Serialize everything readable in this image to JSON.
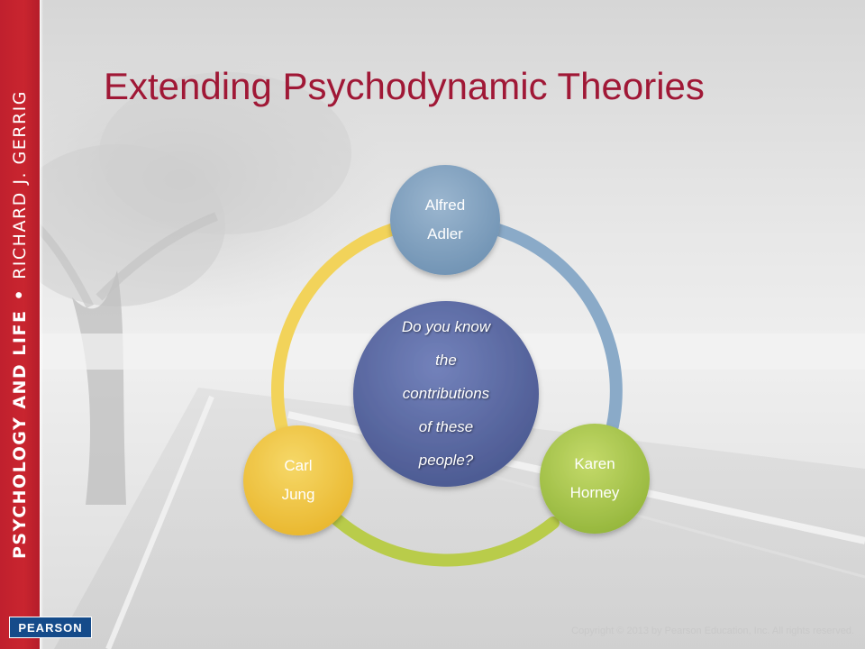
{
  "slide": {
    "title": "Extending Psychodynamic Theories",
    "spine_title": "PSYCHOLOGY AND LIFE",
    "spine_separator": "•",
    "spine_author": "RICHARD J. GERRIG",
    "publisher_logo": "PEARSON",
    "copyright": "Copyright © 2013 by Pearson Education, Inc. All rights reserved."
  },
  "diagram": {
    "center": {
      "lines": [
        "Do you know",
        "the",
        "contributions",
        "of these",
        "people?"
      ]
    },
    "nodes": [
      {
        "line1": "Alfred",
        "line2": "Adler",
        "color": "#7e9fbd"
      },
      {
        "line1": "Karen",
        "line2": "Horney",
        "color": "#a9c84a"
      },
      {
        "line1": "Carl",
        "line2": "Jung",
        "color": "#f0c43a"
      }
    ]
  },
  "colors": {
    "title": "#a01836",
    "sidebar": "#c0202e",
    "center_circle": "#5a6aa3",
    "ring_top_right": "#8aaac8",
    "ring_bottom": "#b9cc4a",
    "ring_left": "#f2d35a",
    "logo_bg": "#154b8a"
  }
}
